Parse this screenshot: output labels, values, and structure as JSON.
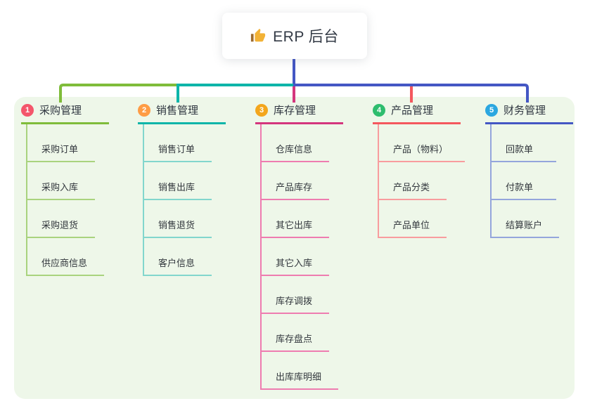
{
  "root": {
    "label": "ERP 后台",
    "icon": "thumbs-up"
  },
  "panel_color": "#eef7e9",
  "branches": [
    {
      "number": "1",
      "label": "采购管理",
      "color": "#7fbc3a",
      "child_line_color": "#a9d37e",
      "badge_color": "#f4566b",
      "children": [
        "采购订单",
        "采购入库",
        "采购退货",
        "供应商信息"
      ]
    },
    {
      "number": "2",
      "label": "销售管理",
      "color": "#0db5a9",
      "child_line_color": "#82d6cd",
      "badge_color": "#fe9c45",
      "children": [
        "销售订单",
        "销售出库",
        "销售退货",
        "客户信息"
      ]
    },
    {
      "number": "3",
      "label": "库存管理",
      "color": "#d4367d",
      "child_line_color": "#ee7cb0",
      "badge_color": "#f3a61c",
      "children": [
        "仓库信息",
        "产品库存",
        "其它出库",
        "其它入库",
        "库存调拨",
        "库存盘点",
        "出库库明细"
      ]
    },
    {
      "number": "4",
      "label": "产品管理",
      "color": "#f4585e",
      "child_line_color": "#f89c9e",
      "badge_color": "#2ebd6e",
      "children": [
        "产品（物料）",
        "产品分类",
        "产品单位"
      ]
    },
    {
      "number": "5",
      "label": "财务管理",
      "color": "#4457c4",
      "child_line_color": "#94a5dc",
      "badge_color": "#2ba7e0",
      "children": [
        "回款单",
        "付款单",
        "结算账户"
      ]
    }
  ]
}
